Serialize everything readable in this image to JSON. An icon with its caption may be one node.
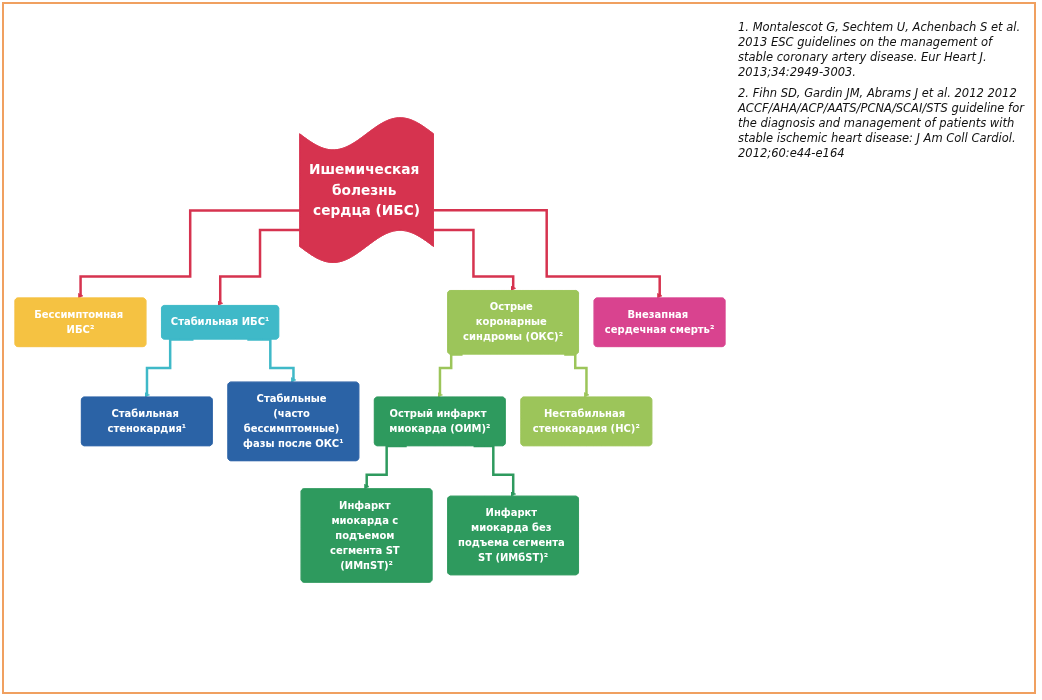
{
  "diagram": {
    "nodes": [
      {
        "text": [
          "Ишемическая болезнь сердца (ИБС)"
        ]
      },
      {
        "text": [
          "Бессимптомная ИБС²"
        ]
      },
      {
        "text": [
          "Стабильная ИБС¹"
        ]
      },
      {
        "text": [
          "Острые коронарные синдромы (ОКС)²"
        ]
      },
      {
        "text": [
          "Внезапная сердечная смерть²"
        ]
      },
      {
        "text": [
          "Стабильная стенокардия¹"
        ]
      },
      {
        "text": [
          "Стабильные (часто бессимптомные) фазы после ОКС¹"
        ]
      },
      {
        "text": [
          "Острый инфаркт миокарда (ОИМ)²"
        ]
      },
      {
        "text": [
          "Нестабильная стенокардия (НС)²"
        ]
      },
      {
        "text": [
          "Инфаркт миокарда с подъемом сегмента ST (ИМпST)²"
        ]
      },
      {
        "text": [
          "Инфаркт миокарда без подъема сегмента ST (ИМбST)²"
        ]
      }
    ],
    "edges": [
      {
        "from": 0,
        "to": 1,
        "arrow": "to",
        "color": "#d6334f"
      },
      {
        "from": 0,
        "to": 2,
        "arrow": "to",
        "color": "#d6334f"
      },
      {
        "from": 0,
        "to": 3,
        "arrow": "to",
        "color": "#d6334f"
      },
      {
        "from": 0,
        "to": 4,
        "arrow": "to",
        "color": "#d6334f"
      },
      {
        "from": 2,
        "to": 5,
        "arrow": "to",
        "color": "#3fb9c8"
      },
      {
        "from": 2,
        "to": 6,
        "arrow": "to",
        "color": "#3fb9c8"
      },
      {
        "from": 3,
        "to": 7,
        "arrow": "to",
        "color": "#9cc55a"
      },
      {
        "from": 3,
        "to": 8,
        "arrow": "to",
        "color": "#9cc55a"
      },
      {
        "from": 7,
        "to": 9,
        "arrow": "to",
        "color": "#2e9a5e"
      },
      {
        "from": 7,
        "to": 10,
        "arrow": "to",
        "color": "#2e9a5e"
      }
    ],
    "labels": [
      "1. Montalescot G, Sechtem U, Achenbach S et al. 2013 ESC guidelines on the management of stable coronary artery disease. Eur Heart J. 2013;34:2949-3003.",
      "2. Fihn SD, Gardin JM, Abrams J et al. 2012 2012 ACCF/AHA/ACP/AATS/PCNA/SCAI/STS guideline for the diagnosis and management of patients with stable ischemic heart disease: J Am Coll Cardiol. 2012;60:e44-e164"
    ]
  }
}
